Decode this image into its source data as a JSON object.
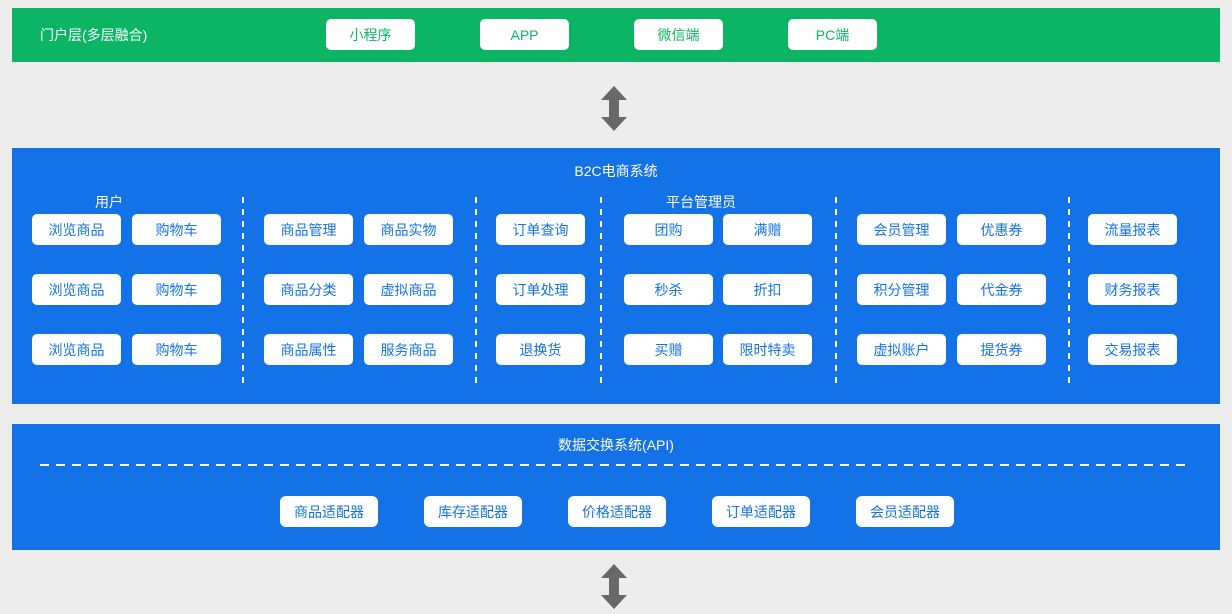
{
  "colors": {
    "portal_green": "#0bb564",
    "panel_blue": "#1472e8",
    "background": "#ededed",
    "arrow_gray": "#686868",
    "button_bg": "#ffffff"
  },
  "icons": {
    "between_portal_and_b2c": "bidirectional-vertical-arrow",
    "below_api": "bidirectional-vertical-arrow"
  },
  "portal": {
    "label": "门户层(多层融合)",
    "buttons": [
      "小程序",
      "APP",
      "微信端",
      "PC端"
    ]
  },
  "b2c": {
    "title": "B2C电商系统",
    "columns": [
      {
        "label": "用户",
        "rows": [
          [
            "浏览商品",
            "购物车"
          ],
          [
            "浏览商品",
            "购物车"
          ],
          [
            "浏览商品",
            "购物车"
          ]
        ]
      },
      {
        "label": "",
        "rows": [
          [
            "商品管理",
            "商品实物"
          ],
          [
            "商品分类",
            "虚拟商品"
          ],
          [
            "商品属性",
            "服务商品"
          ]
        ]
      },
      {
        "label": "",
        "rows": [
          [
            "订单查询"
          ],
          [
            "订单处理"
          ],
          [
            "退换货"
          ]
        ]
      },
      {
        "label": "平台管理员",
        "rows": [
          [
            "团购",
            "满赠"
          ],
          [
            "秒杀",
            "折扣"
          ],
          [
            "买赠",
            "限时特卖"
          ]
        ]
      },
      {
        "label": "",
        "rows": [
          [
            "会员管理",
            "优惠券"
          ],
          [
            "积分管理",
            "代金券"
          ],
          [
            "虚拟账户",
            "提货券"
          ]
        ]
      },
      {
        "label": "",
        "rows": [
          [
            "流量报表"
          ],
          [
            "财务报表"
          ],
          [
            "交易报表"
          ]
        ]
      }
    ]
  },
  "api": {
    "title": "数据交换系统(API)",
    "buttons": [
      "商品适配器",
      "库存适配器",
      "价格适配器",
      "订单适配器",
      "会员适配器"
    ]
  }
}
